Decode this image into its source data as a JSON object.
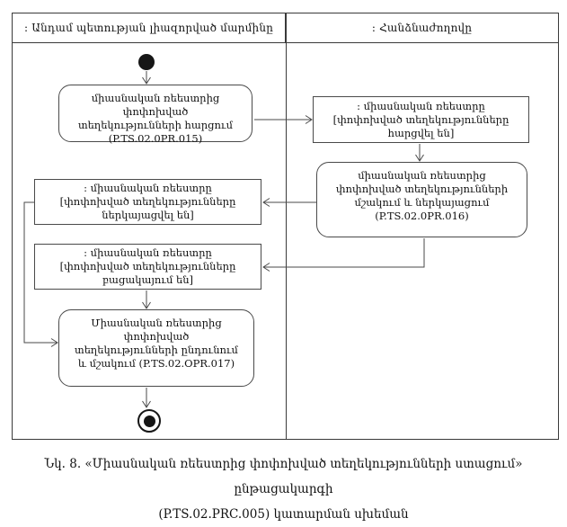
{
  "figure": {
    "lanes": [
      {
        "label": ": Անդամ պետության լիազորված մարմինը"
      },
      {
        "label": ": Հանձնաժողովը"
      }
    ],
    "actions": [
      {
        "label": "միասնական ռեեստրից փոփոխված տեղեկությունների հարցում",
        "code": "(P.TS.02.0PR.015)"
      },
      {
        "label": "միասնական ռեեստրից փոփոխված տեղեկությունների մշակում և ներկայացում (P.TS.02.0PR.016)"
      },
      {
        "label": "Միասնական ռեեստրից փոփոխված տեղեկությունների ընդունում և մշակում (P.TS.02.OPR.017)"
      }
    ],
    "objects": [
      {
        "title": ": միասնական ռեեստրը",
        "state": "[փոփոխված տեղեկությունները հարցվել են]"
      },
      {
        "title": ": միասնական ռեեստրը",
        "state": "[փոփոխված տեղեկությունները ներկայացվել են]"
      },
      {
        "title": ": միասնական ռեեստրը",
        "state": "[փոփոխված տեղեկությունները բացակայում են]"
      }
    ],
    "caption": {
      "line1": "Նկ. 8. «Միասնական ռեեստրից փոփոխված տեղեկությունների ստացում» ընթացակարգի",
      "line2": "(P.TS.02.PRC.005) կատարման սխեման"
    }
  }
}
